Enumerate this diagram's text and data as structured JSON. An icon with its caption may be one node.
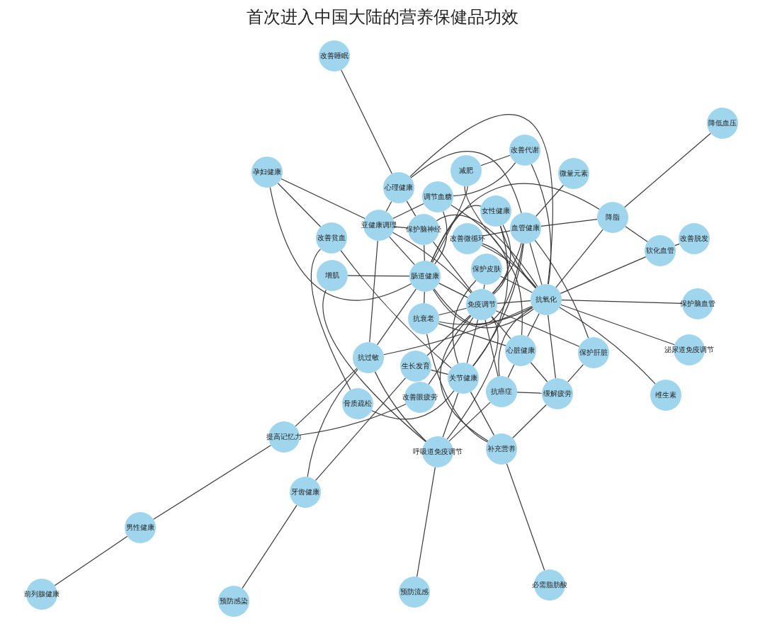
{
  "diagram": {
    "title": "首次进入中国大陆的营养保健品功效",
    "nodes": [
      {
        "text": [
          "改善睡眠"
        ]
      },
      {
        "text": [
          "降低血压"
        ]
      },
      {
        "text": [
          "改善代谢"
        ]
      },
      {
        "text": [
          "减肥"
        ]
      },
      {
        "text": [
          "微量元素"
        ]
      },
      {
        "text": [
          "孕妇健康"
        ]
      },
      {
        "text": [
          "心理健康"
        ]
      },
      {
        "text": [
          "调节血糖"
        ]
      },
      {
        "text": [
          "降脂"
        ]
      },
      {
        "text": [
          "女性健康"
        ]
      },
      {
        "text": [
          "亚健康调理"
        ]
      },
      {
        "text": [
          "改善贫血"
        ]
      },
      {
        "text": [
          "保护脑神经"
        ]
      },
      {
        "text": [
          "改善微循环"
        ]
      },
      {
        "text": [
          "血管健康"
        ]
      },
      {
        "text": [
          "改善脱发"
        ]
      },
      {
        "text": [
          "软化血管"
        ]
      },
      {
        "text": [
          "增肌"
        ]
      },
      {
        "text": [
          "肠道健康"
        ]
      },
      {
        "text": [
          "保护皮肤"
        ]
      },
      {
        "text": [
          "免疫调节"
        ]
      },
      {
        "text": [
          "抗氧化"
        ]
      },
      {
        "text": [
          "保护脑血管"
        ]
      },
      {
        "text": [
          "抗衰老"
        ]
      },
      {
        "text": [
          "泌尿道免疫调节"
        ]
      },
      {
        "text": [
          "心脏健康"
        ]
      },
      {
        "text": [
          "保护肝脏"
        ]
      },
      {
        "text": [
          "抗过敏"
        ]
      },
      {
        "text": [
          "生长发育"
        ]
      },
      {
        "text": [
          "关节健康"
        ]
      },
      {
        "text": [
          "维生素"
        ]
      },
      {
        "text": [
          "抗癌症"
        ]
      },
      {
        "text": [
          "缓解疲劳"
        ]
      },
      {
        "text": [
          "骨质疏松"
        ]
      },
      {
        "text": [
          "改善眼疲劳"
        ]
      },
      {
        "text": [
          "提高记忆力"
        ]
      },
      {
        "text": [
          "呼吸道免疫调节"
        ]
      },
      {
        "text": [
          "补充营养"
        ]
      },
      {
        "text": [
          "牙齿健康"
        ]
      },
      {
        "text": [
          "男性健康"
        ]
      },
      {
        "text": [
          "前列腺健康"
        ]
      },
      {
        "text": [
          "预防感染"
        ]
      },
      {
        "text": [
          "预防流感"
        ]
      },
      {
        "text": [
          "必需脂肪酸"
        ]
      }
    ],
    "edges": [
      {
        "from": 0,
        "to": 6,
        "arrow": "none"
      },
      {
        "from": 1,
        "to": 8,
        "arrow": "none"
      },
      {
        "from": 8,
        "to": 16,
        "arrow": "none"
      },
      {
        "from": 16,
        "to": 15,
        "arrow": "none"
      },
      {
        "from": 8,
        "to": 14,
        "arrow": "none"
      },
      {
        "from": 8,
        "to": 21,
        "arrow": "none"
      },
      {
        "from": 8,
        "to": 18,
        "arrow": "none"
      },
      {
        "from": 4,
        "to": 14,
        "arrow": "none"
      },
      {
        "from": 2,
        "to": 3,
        "arrow": "none"
      },
      {
        "from": 2,
        "to": 7,
        "arrow": "none"
      },
      {
        "from": 2,
        "to": 21,
        "arrow": "none"
      },
      {
        "from": 3,
        "to": 21,
        "arrow": "none"
      },
      {
        "from": 3,
        "to": 18,
        "arrow": "none"
      },
      {
        "from": 5,
        "to": 10,
        "arrow": "none"
      },
      {
        "from": 5,
        "to": 18,
        "arrow": "none"
      },
      {
        "from": 5,
        "to": 11,
        "arrow": "none"
      },
      {
        "from": 6,
        "to": 10,
        "arrow": "none"
      },
      {
        "from": 6,
        "to": 21,
        "arrow": "none"
      },
      {
        "from": 6,
        "to": 14,
        "arrow": "none"
      },
      {
        "from": 6,
        "to": 12,
        "arrow": "none"
      },
      {
        "from": 7,
        "to": 10,
        "arrow": "none"
      },
      {
        "from": 7,
        "to": 18,
        "arrow": "none"
      },
      {
        "from": 7,
        "to": 20,
        "arrow": "none"
      },
      {
        "from": 9,
        "to": 18,
        "arrow": "none"
      },
      {
        "from": 9,
        "to": 20,
        "arrow": "none"
      },
      {
        "from": 9,
        "to": 21,
        "arrow": "none"
      },
      {
        "from": 9,
        "to": 29,
        "arrow": "none"
      },
      {
        "from": 10,
        "to": 12,
        "arrow": "none"
      },
      {
        "from": 10,
        "to": 18,
        "arrow": "none"
      },
      {
        "from": 10,
        "to": 27,
        "arrow": "none"
      },
      {
        "from": 10,
        "to": 20,
        "arrow": "none"
      },
      {
        "from": 11,
        "to": 33,
        "arrow": "none"
      },
      {
        "from": 11,
        "to": 29,
        "arrow": "none"
      },
      {
        "from": 12,
        "to": 20,
        "arrow": "none"
      },
      {
        "from": 12,
        "to": 18,
        "arrow": "none"
      },
      {
        "from": 12,
        "to": 21,
        "arrow": "none"
      },
      {
        "from": 13,
        "to": 14,
        "arrow": "none"
      },
      {
        "from": 13,
        "to": 21,
        "arrow": "none"
      },
      {
        "from": 13,
        "to": 25,
        "arrow": "none"
      },
      {
        "from": 14,
        "to": 18,
        "arrow": "none"
      },
      {
        "from": 14,
        "to": 20,
        "arrow": "none"
      },
      {
        "from": 14,
        "to": 21,
        "arrow": "none"
      },
      {
        "from": 14,
        "to": 26,
        "arrow": "none"
      },
      {
        "from": 14,
        "to": 29,
        "arrow": "none"
      },
      {
        "from": 16,
        "to": 21,
        "arrow": "none"
      },
      {
        "from": 21,
        "to": 22,
        "arrow": "none"
      },
      {
        "from": 21,
        "to": 24,
        "arrow": "none"
      },
      {
        "from": 21,
        "to": 30,
        "arrow": "none"
      },
      {
        "from": 21,
        "to": 18,
        "arrow": "none"
      },
      {
        "from": 21,
        "to": 20,
        "arrow": "none"
      },
      {
        "from": 21,
        "to": 23,
        "arrow": "none"
      },
      {
        "from": 21,
        "to": 25,
        "arrow": "none"
      },
      {
        "from": 21,
        "to": 32,
        "arrow": "none"
      },
      {
        "from": 21,
        "to": 31,
        "arrow": "none"
      },
      {
        "from": 21,
        "to": 27,
        "arrow": "none"
      },
      {
        "from": 17,
        "to": 18,
        "arrow": "none"
      },
      {
        "from": 17,
        "to": 36,
        "arrow": "none"
      },
      {
        "from": 18,
        "to": 23,
        "arrow": "none"
      },
      {
        "from": 18,
        "to": 27,
        "arrow": "none"
      },
      {
        "from": 18,
        "to": 20,
        "arrow": "none"
      },
      {
        "from": 19,
        "to": 20,
        "arrow": "none"
      },
      {
        "from": 19,
        "to": 21,
        "arrow": "none"
      },
      {
        "from": 19,
        "to": 29,
        "arrow": "none"
      },
      {
        "from": 20,
        "to": 23,
        "arrow": "none"
      },
      {
        "from": 20,
        "to": 28,
        "arrow": "none"
      },
      {
        "from": 20,
        "to": 29,
        "arrow": "none"
      },
      {
        "from": 20,
        "to": 31,
        "arrow": "none"
      },
      {
        "from": 20,
        "to": 36,
        "arrow": "none"
      },
      {
        "from": 20,
        "to": 37,
        "arrow": "none"
      },
      {
        "from": 20,
        "to": 25,
        "arrow": "none"
      },
      {
        "from": 20,
        "to": 26,
        "arrow": "none"
      },
      {
        "from": 20,
        "to": 34,
        "arrow": "none"
      },
      {
        "from": 23,
        "to": 25,
        "arrow": "none"
      },
      {
        "from": 23,
        "to": 37,
        "arrow": "none"
      },
      {
        "from": 25,
        "to": 32,
        "arrow": "none"
      },
      {
        "from": 25,
        "to": 31,
        "arrow": "none"
      },
      {
        "from": 26,
        "to": 32,
        "arrow": "none"
      },
      {
        "from": 27,
        "to": 35,
        "arrow": "none"
      },
      {
        "from": 27,
        "to": 36,
        "arrow": "none"
      },
      {
        "from": 27,
        "to": 38,
        "arrow": "none"
      },
      {
        "from": 28,
        "to": 38,
        "arrow": "none"
      },
      {
        "from": 28,
        "to": 29,
        "arrow": "none"
      },
      {
        "from": 29,
        "to": 36,
        "arrow": "none"
      },
      {
        "from": 29,
        "to": 37,
        "arrow": "none"
      },
      {
        "from": 31,
        "to": 32,
        "arrow": "none"
      },
      {
        "from": 32,
        "to": 37,
        "arrow": "none"
      },
      {
        "from": 33,
        "to": 29,
        "arrow": "none"
      },
      {
        "from": 35,
        "to": 34,
        "arrow": "none"
      },
      {
        "from": 35,
        "to": 39,
        "arrow": "none"
      },
      {
        "from": 39,
        "to": 40,
        "arrow": "none"
      },
      {
        "from": 36,
        "to": 42,
        "arrow": "none"
      },
      {
        "from": 37,
        "to": 43,
        "arrow": "none"
      },
      {
        "from": 38,
        "to": 41,
        "arrow": "none"
      },
      {
        "from": 36,
        "to": 31,
        "arrow": "none"
      }
    ]
  }
}
